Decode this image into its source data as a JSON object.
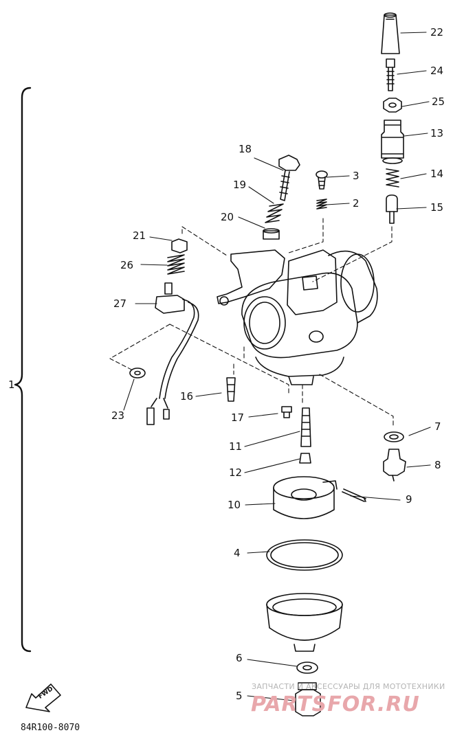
{
  "diagram": {
    "labels": {
      "p1": "1",
      "p2": "2",
      "p3": "3",
      "p4": "4",
      "p5": "5",
      "p6": "6",
      "p7": "7",
      "p8": "8",
      "p9": "9",
      "p10": "10",
      "p11": "11",
      "p12": "12",
      "p13": "13",
      "p14": "14",
      "p15": "15",
      "p16": "16",
      "p17": "17",
      "p18": "18",
      "p19": "19",
      "p20": "20",
      "p21": "21",
      "p22": "22",
      "p23": "23",
      "p24": "24",
      "p25": "25",
      "p26": "26",
      "p27": "27"
    },
    "front_marker": "FWD",
    "diagram_code": "84R100-8070"
  },
  "watermark": {
    "tagline": "ЗАПЧАСТИ И АКСЕССУАРЫ ДЛЯ МОТОТЕХНИКИ",
    "brand": "PARTSFOR.RU"
  }
}
